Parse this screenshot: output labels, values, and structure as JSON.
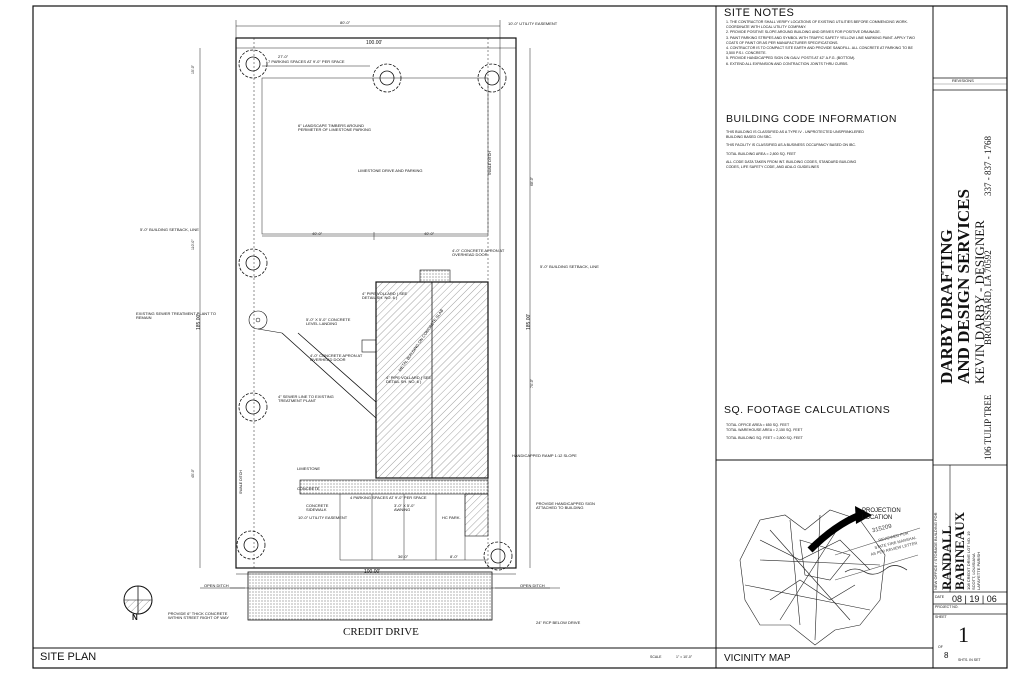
{
  "sheet": {
    "site_plan_label": "SITE PLAN",
    "scale_label": "SCALE",
    "scale_value": "1\" = 10'-0\"",
    "vicinity_label": "VICINITY MAP",
    "street_label": "CREDIT DRIVE",
    "north_label": "N"
  },
  "site_notes": {
    "title": "SITE NOTES",
    "items": [
      "1. THE CONTRACTOR SHALL VERIFY LOCATIONS OF EXISTING UTILITIES BEFORE COMMENCING WORK. COORDINATE WITH LOCAL UTILITY COMPANY.",
      "2. PROVIDE POSITIVE SLOPE AROUND BUILDING AND DRIVES FOR POSITIVE DRAINAGE.",
      "3. PAINT PARKING STRIPES AND SYMBOL WITH TRAFFIC SAFETY YELLOW LINE MARKING PAINT. APPLY TWO COATS OF PAINT OR AS PER MANUFACTURER SPECIFICATIONS.",
      "4. CONTRACTOR IS TO COMPACT SITE EARTH AND PROVIDE SANDFILL. ALL CONCRETE AT PARKING TO BE 3,500 P.S.I. CONCRETE.",
      "5. PROVIDE HANDICAPPED SIGN ON GALV. POSTS AT 42\" A.F.G. (BOTTOM).",
      "6. EXTEND ALL EXPANSION AND CONTRACTION JOINTS THRU CURBS."
    ]
  },
  "building_code": {
    "title": "BUILDING CODE INFORMATION",
    "lines": [
      "THIS BUILDING IS CLASSIFIED AS A TYPE IV - UNPROTECTED UNSPRINKLERED BUILDING BASED ON SBC.",
      "THIS FACILITY IS CLASSIFIED AS A BUSINESS OCCUPANCY BASED ON IBC.",
      "TOTAL BUILDING AREA = 2,800 SQ. FEET",
      "ALL CODE DATA TAKEN FROM INT. BUILDING CODES, STANDARD BUILDING CODES, LIFE SAFETY CODE, AND ADA-G GUIDELINES"
    ]
  },
  "sq_footage": {
    "title": "SQ. FOOTAGE CALCULATIONS",
    "lines": [
      "TOTAL OFFICE AREA = 650 SQ. FEET",
      "TOTAL WAREHOUSE AREA = 2,150 SQ. FEET",
      "TOTAL BUILDING SQ. FEET = 2,800 SQ. FEET"
    ]
  },
  "title_block": {
    "revisions_label": "REVISIONS",
    "company_line1": "DARBY DRAFTING",
    "company_line2": "AND DESIGN SERVICES",
    "designer": "KEVIN DARBY - DESIGNER",
    "address": "BROUSSARD, LA 70592",
    "phone": "337 - 837 - 1768",
    "street": "106 TULIP TREE",
    "project_desc": "NEW OFFICE / STORAGE BUILDING FOR",
    "client_line1": "RANDALL",
    "client_line2": "BABINEAUX",
    "client_addr1": "108 CREDIT DRIVE LOT NO. 19",
    "client_addr2": "SCOTT, LOUISIANA",
    "client_addr3": "LAFAYETTE PARISH",
    "date_label": "DATE",
    "date_value": "08 | 19 | 06",
    "project_no_label": "PROJECT NO.",
    "sheet_label": "SHEET",
    "sheet_number": "1",
    "of_label": "OF",
    "sheet_total": "8",
    "shts_label": "SHTS. IN SET"
  },
  "vicinity": {
    "projection_line1": "PROJECTION",
    "projection_line2": "LOCATION",
    "stamp_number": "315209",
    "stamp_line1": "REVIEWED FOR",
    "stamp_line2": "STATE FIRE MARSHAL",
    "stamp_line3": "AS PER REVIEW LETTER"
  },
  "plan_labels": {
    "dim_top_width": "80'-0\"",
    "dim_overall_width": "100.00'",
    "utility_easement_top": "10'-0\" UTILITY EASEMENT",
    "parking_top": "7 PARKING SPACES AT 9'-0\" PER SPACE",
    "dim_27": "27'-0\"",
    "landscape_timbers": "6\" LANDSCAPE TIMBERS AROUND PERIMETER OF LIMESTONE PARKING",
    "limestone_drive": "LIMESTONE DRIVE AND PARKING",
    "building_setback_left": "5'-0\" BUILDING SETBACK, LINE",
    "building_setback_right": "5'-0\" BUILDING SETBACK, LINE",
    "dim_40_left": "40'-0\"",
    "dim_40_right": "40'-0\"",
    "concrete_apron_top": "4'-0\" CONCRETE APRON AT OVERHEAD DOOR",
    "pipe_bollard_1": "4\" PIPE VOLLARD ( SEE DETAIL SH. NO. 6 )",
    "sewer_plant": "EXISTING SEWER TREATMENT PLANT TO REMAIN",
    "concrete_landing": "5'-0\" X 5'-0\" CONCRETE LEVEL LANDING",
    "concrete_apron_left": "4'-0\" CONCRETE APRON AT OVERHEAD DOOR",
    "pipe_bollard_2": "4\" PIPE VOLLARD ( SEE DETAIL SH. NO. 6 )",
    "metal_building": "METAL BUILDING ON CONCRETE SLAB",
    "sewer_line": "4\" SEWER LINE TO EXISTING TREATMENT PLANT",
    "dim_185_left": "185.00'",
    "dim_185_right": "185.00'",
    "swale_ditch": "SWALE DITCH",
    "handicapped_ramp": "HANDICAPPED RAMP 1:12 SLOPE",
    "limestone": "LIMESTONE",
    "concrete": "CONCRETE",
    "parking_bottom": "4 PARKING SPACES AT 9'-0\" PER SPACE",
    "concrete_sidewalk": "CONCRETE SIDEWALK",
    "awning": "3'-0\" X 5'-0\" AWNING",
    "hc_sign": "PROVIDE HANDICAPPED SIGN ATTACHED TO BUILDING",
    "utility_easement_bottom": "10'-0\" UTILITY EASEMENT",
    "hc_park": "HC PARK.",
    "dim_36": "36'-0\"",
    "dim_8": "8'-0\"",
    "dim_bottom_width": "100.00'",
    "open_ditch_left": "OPEN DITCH",
    "open_ditch_right": "OPEN DITCH",
    "thick_concrete": "PROVIDE 6\" THICK CONCRETE WITHIN STREET RIGHT OF WAY",
    "rcp": "24\" RCP BELOW DRIVE",
    "dim_70": "70'-0\"",
    "dim_68": "68'-0\"",
    "dim_110": "110'-0\"",
    "dim_15": "15'-0\"",
    "dim_45": "45'-0\""
  }
}
